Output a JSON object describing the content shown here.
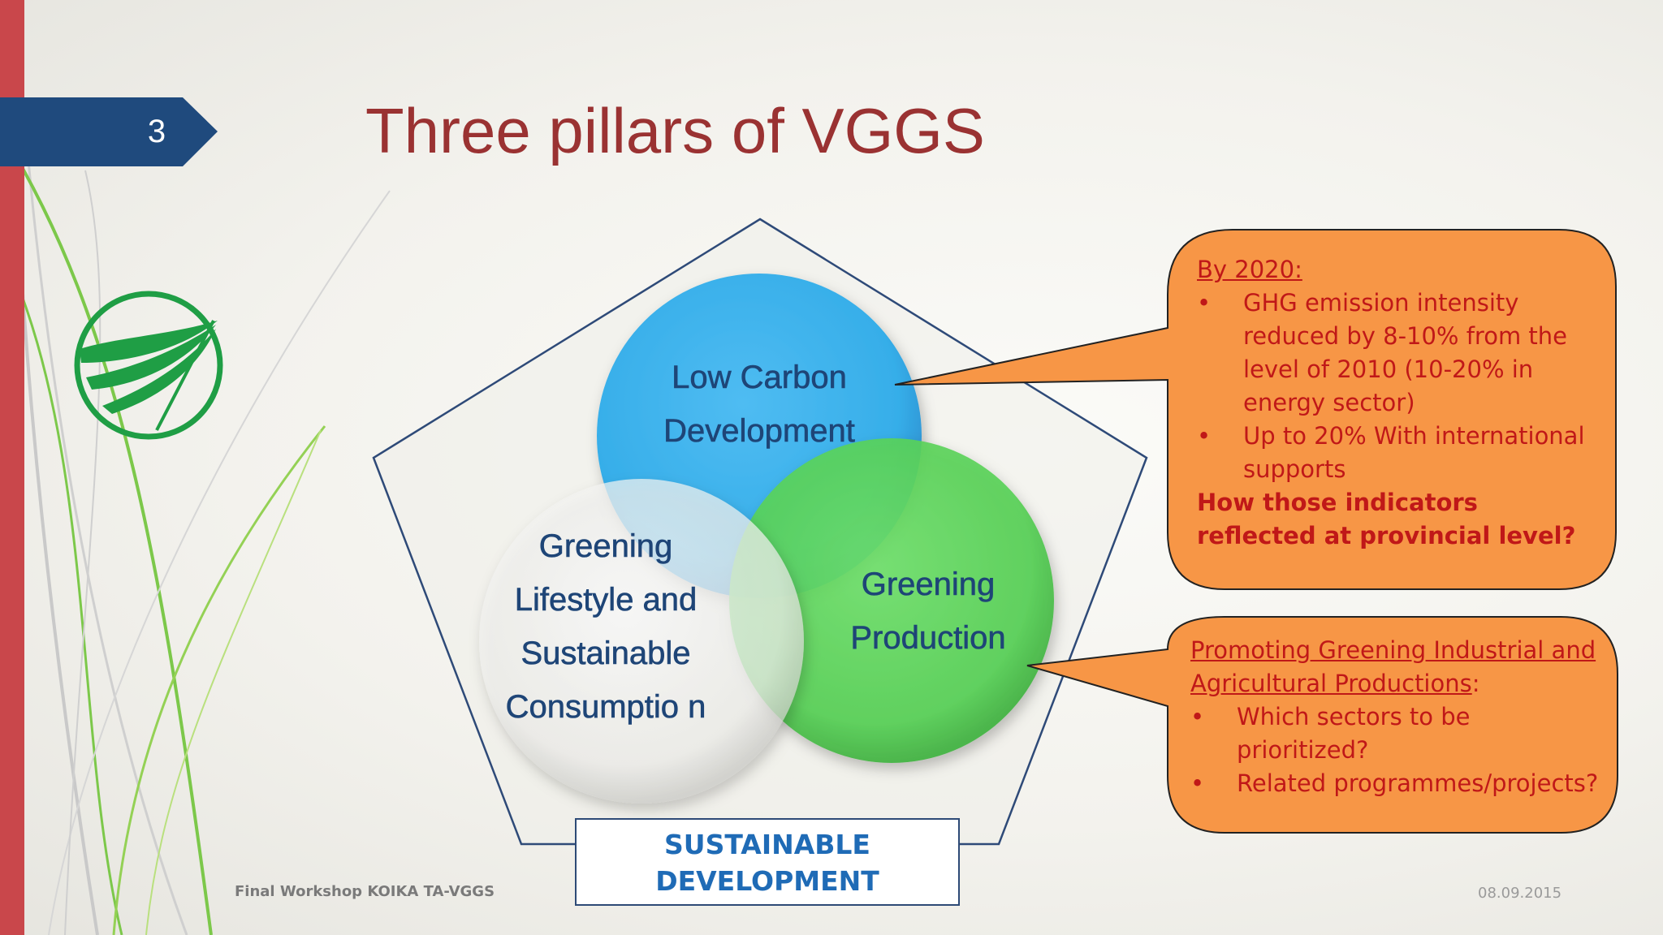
{
  "slide": {
    "number": "3",
    "title": "Three pillars of VGGS",
    "footer_left": "Final Workshop KOIKA TA-VGGS",
    "footer_date": "08.09.2015"
  },
  "diagram": {
    "circles": {
      "low_carbon": "Low Carbon Development",
      "green_lifestyle": "Greening Lifestyle and Sustainable Consumptio n",
      "green_production": "Greening Production"
    },
    "base_label_line1": "SUSTAINABLE",
    "base_label_line2": "DEVELOPMENT"
  },
  "callouts": [
    {
      "heading": "By 2020:",
      "bullets": [
        "GHG emission intensity reduced by 8-10% from the level of 2010 (10-20% in energy sector)",
        "Up to 20% With international supports"
      ],
      "question": "How those indicators reflected at provincial level?"
    },
    {
      "heading": "Promoting Greening Industrial and Agricultural Productions",
      "heading_suffix": ":",
      "bullets": [
        "Which sectors to be prioritized?",
        "Related programmes/projects?"
      ]
    }
  ],
  "colors": {
    "title": "#9a3232",
    "number_tag": "#1f4a7d",
    "left_bar": "#c9474b",
    "circle_blue": "#3aaee8",
    "circle_green": "#58d35a",
    "callout_fill": "#f79646",
    "callout_text": "#c01818",
    "label_text": "#1e4577",
    "base_text": "#1f6bb6"
  },
  "icons": [
    "slide-number-tag",
    "logo-emblem",
    "decorative-leaf-lines"
  ]
}
